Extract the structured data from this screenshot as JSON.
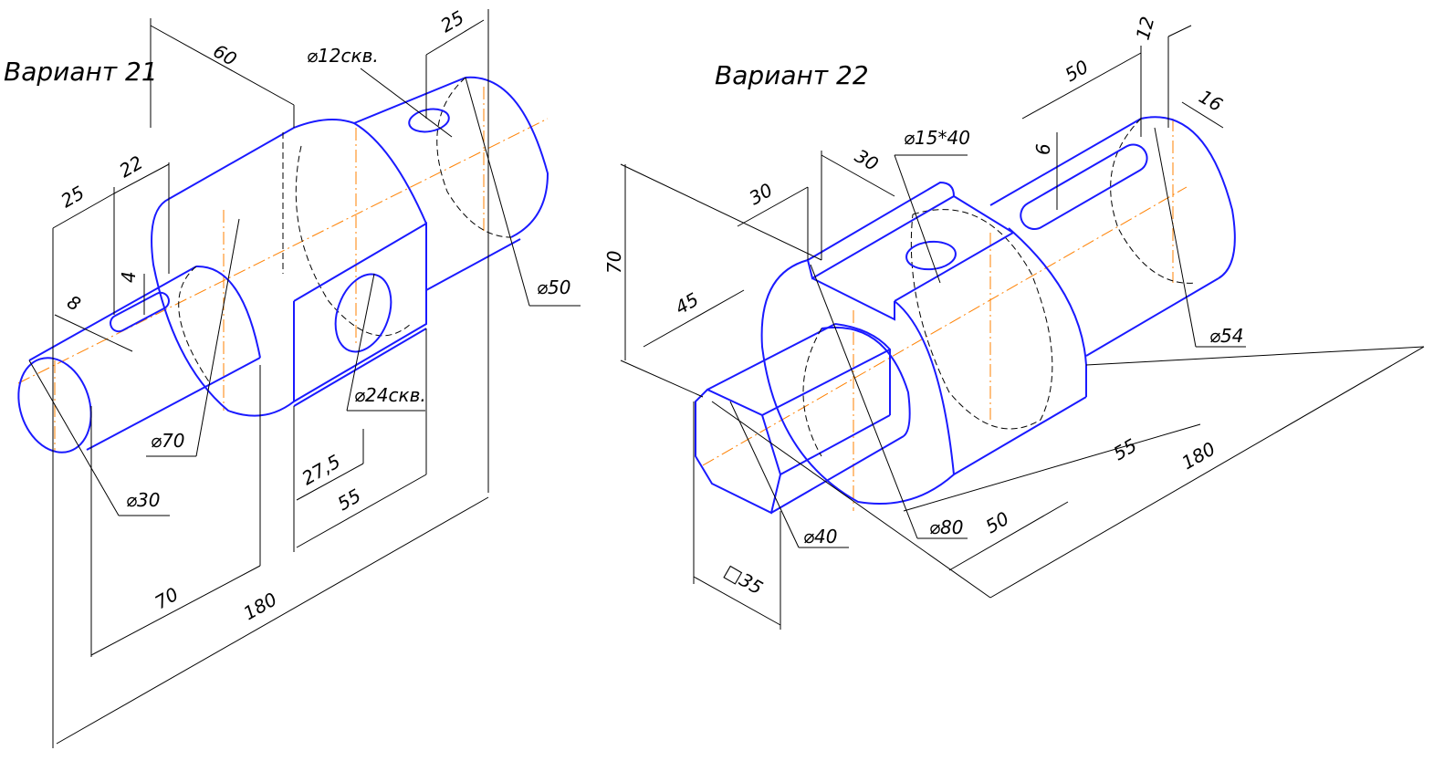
{
  "variant21": {
    "title": "Вариант 21",
    "dims": {
      "d60": "60",
      "d25top": "25",
      "hole12": "⌀12скв.",
      "d22": "22",
      "d25left": "25",
      "d4": "4",
      "d8": "8",
      "dia70": "⌀70",
      "dia30": "⌀30",
      "dia50": "⌀50",
      "hole24": "⌀24скв.",
      "d27_5": "27,5",
      "d55": "55",
      "d70": "70",
      "d180": "180"
    }
  },
  "variant22": {
    "title": "Вариант 22",
    "dims": {
      "d12": "12",
      "d50top": "50",
      "d16": "16",
      "hole15": "⌀15*40",
      "d30a": "30",
      "d30b": "30",
      "d6": "6",
      "d70": "70",
      "d45": "45",
      "dia54": "⌀54",
      "d55": "55",
      "d180": "180",
      "d50bottom": "50",
      "dia80": "⌀80",
      "dia40": "⌀40",
      "sq35": "□35"
    }
  },
  "colors": {
    "outline": "#1a1aff",
    "centerline": "#ff8000",
    "dimension": "#000000"
  }
}
